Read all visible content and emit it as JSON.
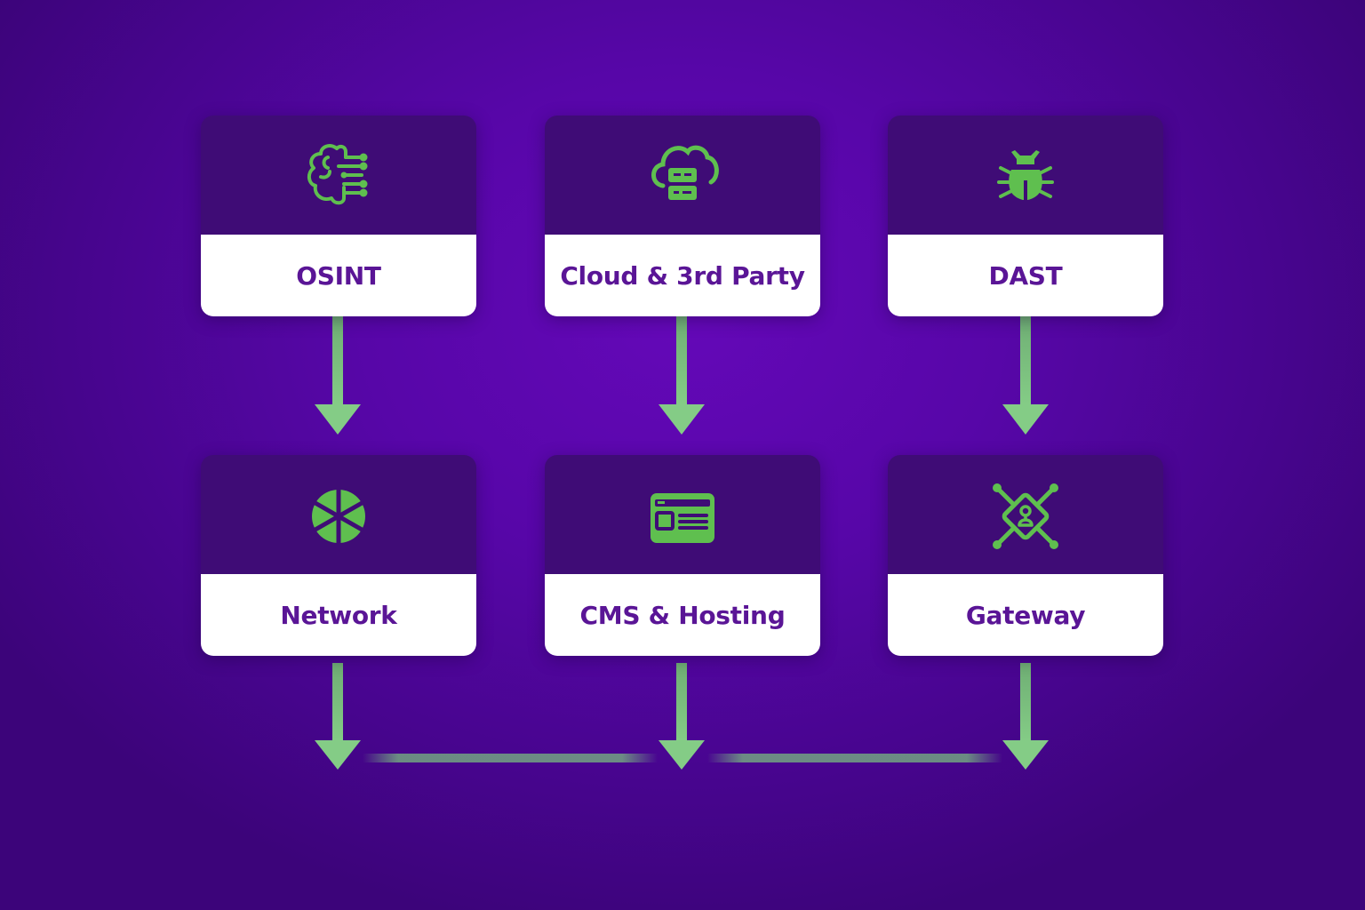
{
  "diagram": {
    "type": "flow",
    "colors": {
      "background": "#5a07ae",
      "card_header": "#3f0c76",
      "card_label_bg": "#ffffff",
      "label_text": "#5a1596",
      "icon": "#5fbf4f",
      "arrow": "#7bc57f"
    },
    "rows": [
      [
        {
          "label": "OSINT",
          "icon": "brain-circuit-icon"
        },
        {
          "label": "Cloud & 3rd Party",
          "icon": "cloud-server-icon"
        },
        {
          "label": "DAST",
          "icon": "bug-icon"
        }
      ],
      [
        {
          "label": "Network",
          "icon": "network-wheel-icon"
        },
        {
          "label": "CMS & Hosting",
          "icon": "browser-window-icon"
        },
        {
          "label": "Gateway",
          "icon": "gateway-diamond-icon"
        }
      ]
    ],
    "edges": [
      {
        "from": "OSINT",
        "to": "Network"
      },
      {
        "from": "Cloud & 3rd Party",
        "to": "CMS & Hosting"
      },
      {
        "from": "DAST",
        "to": "Gateway"
      },
      {
        "from": "Network",
        "to": "output"
      },
      {
        "from": "CMS & Hosting",
        "to": "output"
      },
      {
        "from": "Gateway",
        "to": "output"
      }
    ]
  }
}
